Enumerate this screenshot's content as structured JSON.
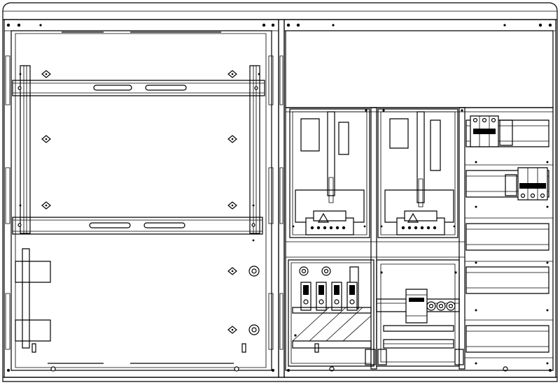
{
  "drawing": {
    "kind": "technical line drawing",
    "stroke_color": "#000000",
    "background_color": "#ffffff",
    "left_cabinet": {
      "din_rails": 2,
      "vertical_rails": 2,
      "round_mounting_holes": 8
    },
    "right_cabinet": {
      "meter_panels": 2,
      "din_rail_rows": 6,
      "busbar_section": 1,
      "terminal_section": 1
    }
  }
}
